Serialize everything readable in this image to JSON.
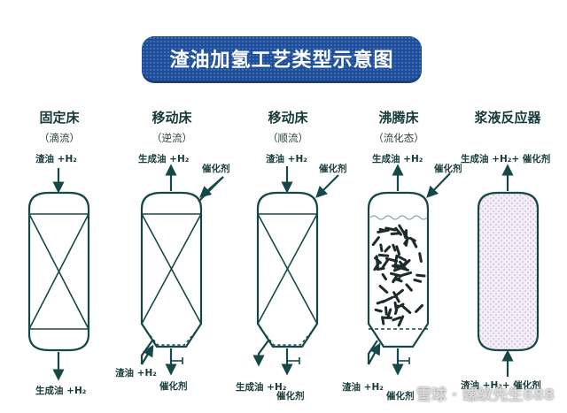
{
  "title": "渣油加氢工艺类型示意图",
  "colors": {
    "banner": "#1e4f9c",
    "line": "#174848"
  },
  "columns": [
    {
      "name": "固定床",
      "subtitle": "（滴流）",
      "top_in": "渣油 +H₂",
      "bottom_out": "生成油 +H₂"
    },
    {
      "name": "移动床",
      "subtitle": "（逆流）",
      "top_out": "生成油 +H₂",
      "catalyst_in": "催化剂",
      "bottom_in": "渣油 +H₂",
      "catalyst_out": "催化剂"
    },
    {
      "name": "移动床",
      "subtitle": "（顺流）",
      "top_in": "渣油 +H₂",
      "catalyst_in": "催化剂",
      "bottom_out": "生成油 +H₂",
      "catalyst_out": "催化剂"
    },
    {
      "name": "沸腾床",
      "subtitle": "（流化态）",
      "top_out": "生成油 +H₂",
      "catalyst_in": "催化剂",
      "bottom_in": "渣油 +H₂",
      "catalyst_out": "催化剂"
    },
    {
      "name": "浆液反应器",
      "top_out": "生成油 +H₂+ 催化剂",
      "bottom_in": "渣油 +H₂+ 催化剂"
    }
  ],
  "watermark": "雪球 · 螺纹先生688"
}
